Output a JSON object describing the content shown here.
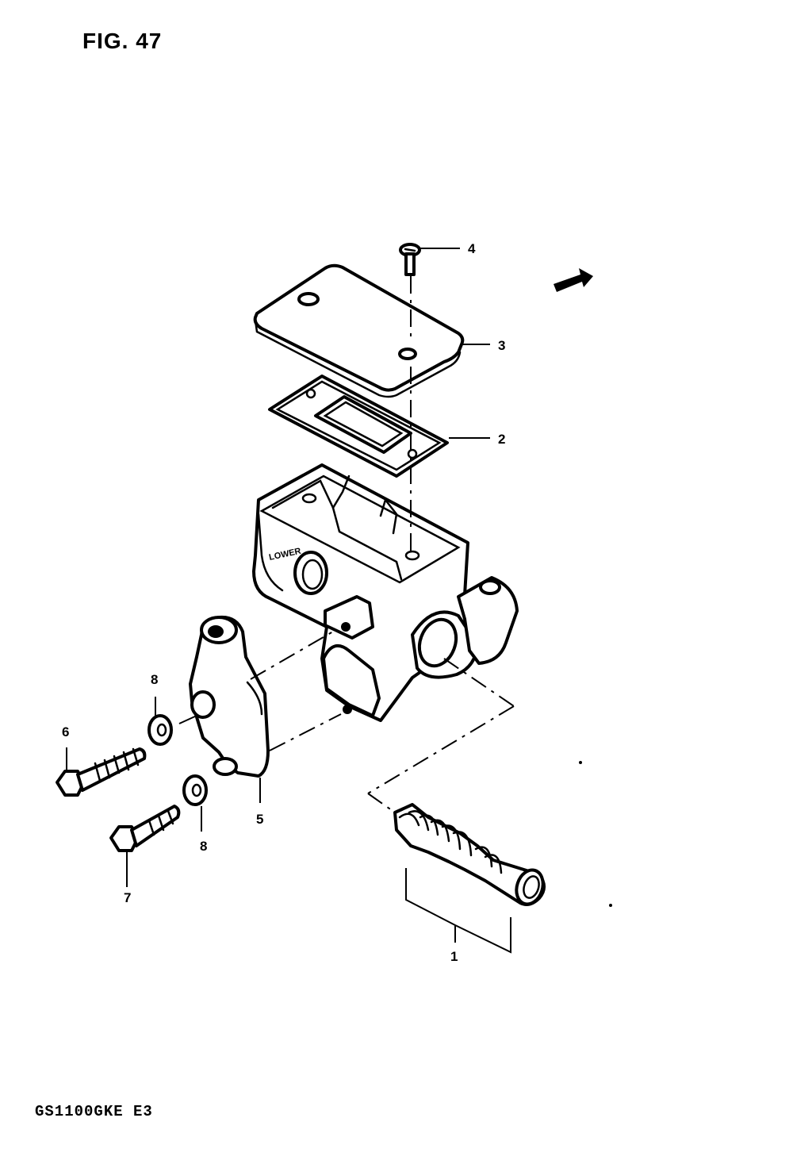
{
  "figure": {
    "title": "FIG. 47",
    "model_code": "GS1100GKE  E3"
  },
  "callouts": {
    "c1": "1",
    "c2": "2",
    "c3": "3",
    "c4": "4",
    "c5": "5",
    "c6": "6",
    "c7": "7",
    "c8a": "8",
    "c8b": "8"
  },
  "colors": {
    "line": "#000000",
    "background": "#ffffff"
  }
}
